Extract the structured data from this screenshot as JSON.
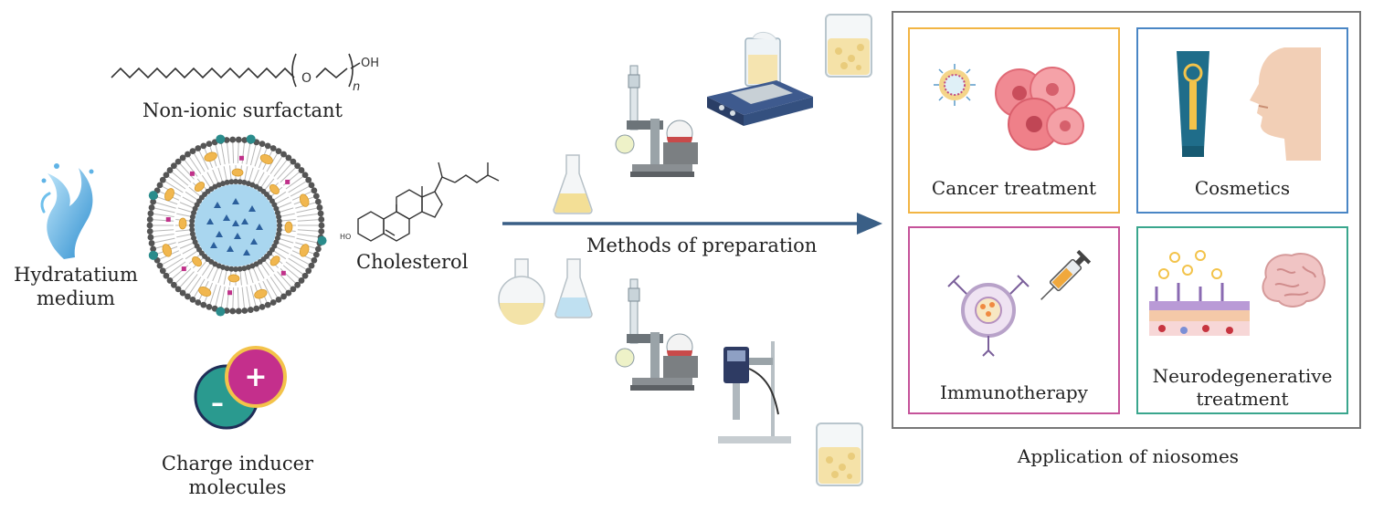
{
  "left": {
    "surfactant_label": "Non-ionic surfactant",
    "surfactant_formula_oh": "OH",
    "surfactant_formula_o": "O",
    "surfactant_formula_n": "n",
    "hydration_label_line1": "Hydratatium",
    "hydration_label_line2": "medium",
    "cholesterol_label": "Cholesterol",
    "cholesterol_ho": "HO",
    "charge_label_line1": "Charge inducer",
    "charge_label_line2": "molecules",
    "charge_plus": "+",
    "charge_minus": "–"
  },
  "middle": {
    "methods_label": "Methods of preparation"
  },
  "right": {
    "panels": [
      {
        "label": "Cancer treatment",
        "color": "#f2b544"
      },
      {
        "label": "Cosmetics",
        "color": "#4a86c5"
      },
      {
        "label": "Immunotherapy",
        "color": "#c5539a"
      },
      {
        "label_line1": "Neurodegenerative",
        "label_line2": "treatment",
        "color": "#3aa68d"
      }
    ],
    "application_label": "Application of niosomes"
  },
  "colors": {
    "arrow": "#3a5f86",
    "membrane": "#b8b8b8",
    "core": "#a9d6ef",
    "cholesterol_dot": "#f1b74f",
    "charge_dot": "#c0318a",
    "head_dot": "#2a8c8c"
  }
}
